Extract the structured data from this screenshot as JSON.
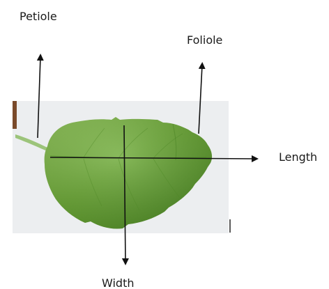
{
  "labels": {
    "petiole": "Petiole",
    "foliole": "Foliole",
    "length": "Length",
    "width": "Width"
  },
  "colors": {
    "background": "#ffffff",
    "photo_background": "#ebeef0",
    "leaf_light": "#7db446",
    "leaf_mid": "#5f9a2e",
    "leaf_dark": "#3f7a1e",
    "arrow": "#111111"
  }
}
